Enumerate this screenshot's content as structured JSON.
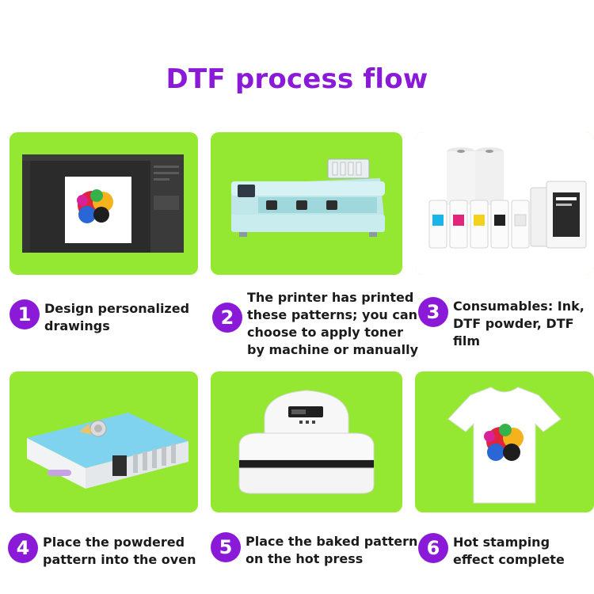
{
  "title": "DTF process flow",
  "colors": {
    "accent": "#8a1ad8",
    "panel": "#94e831",
    "text": "#1b1b1b"
  },
  "steps": [
    {
      "number": "1",
      "caption": "Design personalized drawings",
      "image": "design-software-screen"
    },
    {
      "number": "2",
      "caption": "The printer has printed these patterns; you can choose to apply toner by machine or manually",
      "image": "dtf-printer"
    },
    {
      "number": "3",
      "caption": "Consumables: Ink, DTF powder, DTF film",
      "image": "consumables-ink-powder-film"
    },
    {
      "number": "4",
      "caption": "Place the powdered pattern into the oven",
      "image": "curing-oven"
    },
    {
      "number": "5",
      "caption": "Place the baked pattern on the hot press",
      "image": "heat-press-machine"
    },
    {
      "number": "6",
      "caption": "Hot stamping effect complete",
      "image": "printed-t-shirt"
    }
  ]
}
